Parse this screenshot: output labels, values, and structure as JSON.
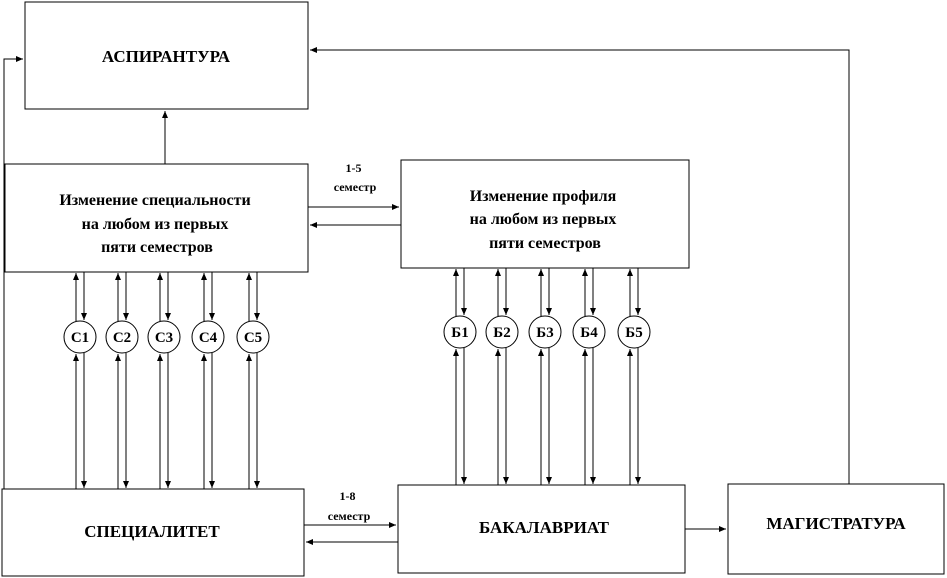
{
  "boxes": {
    "aspirantura": "АСПИРАНТУРА",
    "spec_change": [
      "Изменение специальности",
      "на любом из первых",
      "пяти семестров"
    ],
    "profile_change": [
      "Изменение профиля",
      "на любом из первых",
      "пяти семестров"
    ],
    "specialitet": "СПЕЦИАЛИТЕТ",
    "bakalavriat": "БАКАЛАВРИАТ",
    "magistratura": "МАГИСТРАТУРА"
  },
  "links": {
    "upper": [
      "1-5",
      "семестр"
    ],
    "lower": [
      "1-8",
      "семестр"
    ]
  },
  "nodes": {
    "spec": [
      "С1",
      "С2",
      "С3",
      "С4",
      "С5"
    ],
    "bach": [
      "Б1",
      "Б2",
      "Б3",
      "Б4",
      "Б5"
    ]
  }
}
